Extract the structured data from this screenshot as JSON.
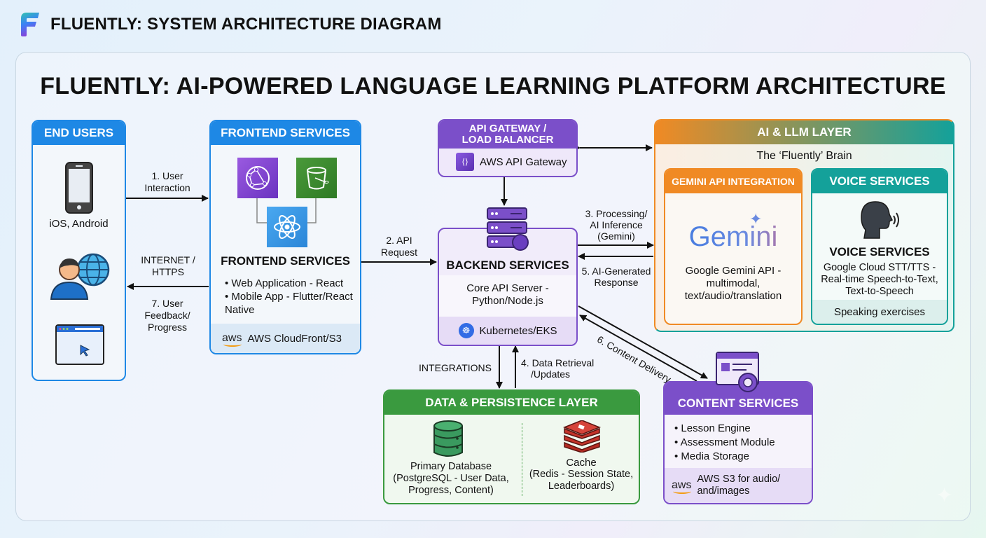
{
  "header": {
    "app_title": "FLUENTLY: SYSTEM ARCHITECTURE DIAGRAM",
    "logo_icon": "fluently-logo-icon"
  },
  "diagram": {
    "title": "FLUENTLY: AI-POWERED LANGUAGE LEARNING PLATFORM ARCHITECTURE",
    "colors": {
      "blue": "#1e88e5",
      "purple": "#7b4fc9",
      "green": "#3a9a3f",
      "orange": "#f08a24",
      "teal": "#14a19a"
    },
    "end_users": {
      "title": "END USERS",
      "mobile_label": "iOS, Android",
      "icons": [
        "smartphone-icon",
        "user-globe-icon",
        "browser-window-icon"
      ]
    },
    "frontend": {
      "title": "FRONTEND SERVICES",
      "subtitle": "FRONTEND SERVICES",
      "bullets": [
        "Web Application - React",
        "Mobile App - Flutter/React Native"
      ],
      "footer_logo": "aws",
      "footer": "AWS CloudFront/S3",
      "icons": [
        "cloudfront-icon",
        "s3-bucket-icon",
        "react-icon"
      ]
    },
    "api_gateway": {
      "title_line1": "API GATEWAY /",
      "title_line2": "LOAD BALANCER",
      "service": "AWS API Gateway"
    },
    "backend": {
      "title": "BACKEND SERVICES",
      "line1": "Core API Server -",
      "line2": "Python/Node.js",
      "footer": "Kubernetes/EKS"
    },
    "ai_layer": {
      "title": "AI & LLM LAYER",
      "subtitle": "The ‘Fluently’ Brain",
      "gemini": {
        "title": "GEMINI API INTEGRATION",
        "logo_text": "Gemini",
        "desc": [
          "Google Gemini API -",
          "multimodal,",
          "text/audio/translation"
        ]
      },
      "voice": {
        "title": "VOICE SERVICES",
        "subtitle": "VOICE SERVICES",
        "desc": [
          "Google Cloud STT/TTS -",
          "Real-time Speech-to-Text,",
          "Text-to-Speech"
        ],
        "footer": "Speaking exercises"
      }
    },
    "data_layer": {
      "title": "DATA & PERSISTENCE LAYER",
      "db": [
        "Primary Database",
        "(PostgreSQL - User Data,",
        "Progress, Content)"
      ],
      "cache": [
        "Cache",
        "(Redis - Session State,",
        "Leaderboards)"
      ]
    },
    "content": {
      "title": "CONTENT SERVICES",
      "bullets": [
        "Lesson Engine",
        "Assessment Module",
        "Media Storage"
      ],
      "footer_logo": "aws",
      "footer": [
        "AWS S3 for audio/",
        "and/images"
      ]
    },
    "flows": {
      "f1": [
        "1. User",
        "Interaction"
      ],
      "internet": [
        "INTERNET /",
        "HTTPS"
      ],
      "f7": [
        "7. User",
        "Feedback/",
        "Progress"
      ],
      "f2": [
        "2. API",
        "Request"
      ],
      "f3": [
        "3. Processing/",
        "AI Inference",
        "(Gemini)"
      ],
      "f5": [
        "5. AI-Generated",
        "Response"
      ],
      "f6": "6. Content Delivery",
      "integrations": "INTEGRATIONS",
      "f4": [
        "4. Data Retrieval",
        "/Updates"
      ]
    }
  }
}
